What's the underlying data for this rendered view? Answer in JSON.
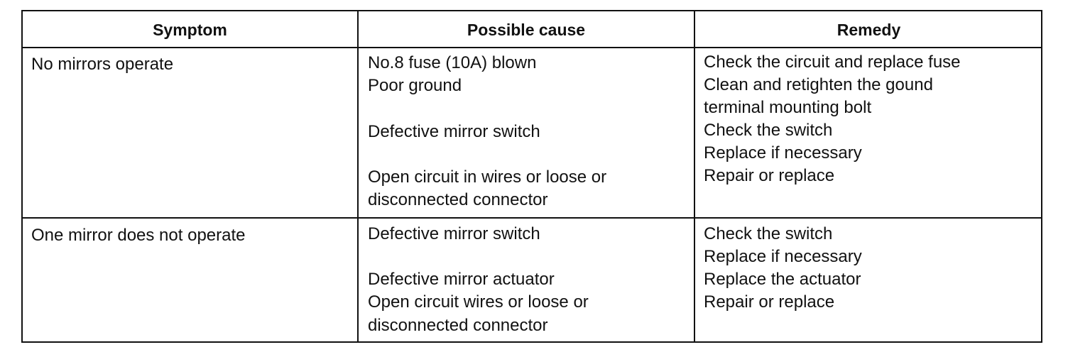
{
  "headers": {
    "symptom": "Symptom",
    "cause": "Possible cause",
    "remedy": "Remedy"
  },
  "rows": [
    {
      "symptom": [
        "No mirrors operate"
      ],
      "cause": [
        "No.8 fuse (10A) blown",
        "Poor ground",
        "Defective mirror switch",
        "Open circuit in wires or loose or",
        "disconnected connector"
      ],
      "remedy": [
        "Check the circuit and replace fuse",
        "Clean and retighten the gound",
        "terminal mounting bolt",
        "Check the switch",
        "Replace if necessary",
        "Repair or replace"
      ]
    },
    {
      "symptom": [
        "One mirror does not operate"
      ],
      "cause": [
        "Defective mirror switch",
        "Defective mirror actuator",
        "Open circuit wires or loose or",
        "disconnected connector"
      ],
      "remedy": [
        "Check the switch",
        "Replace if necessary",
        "Replace the actuator",
        "Repair or replace"
      ]
    }
  ]
}
